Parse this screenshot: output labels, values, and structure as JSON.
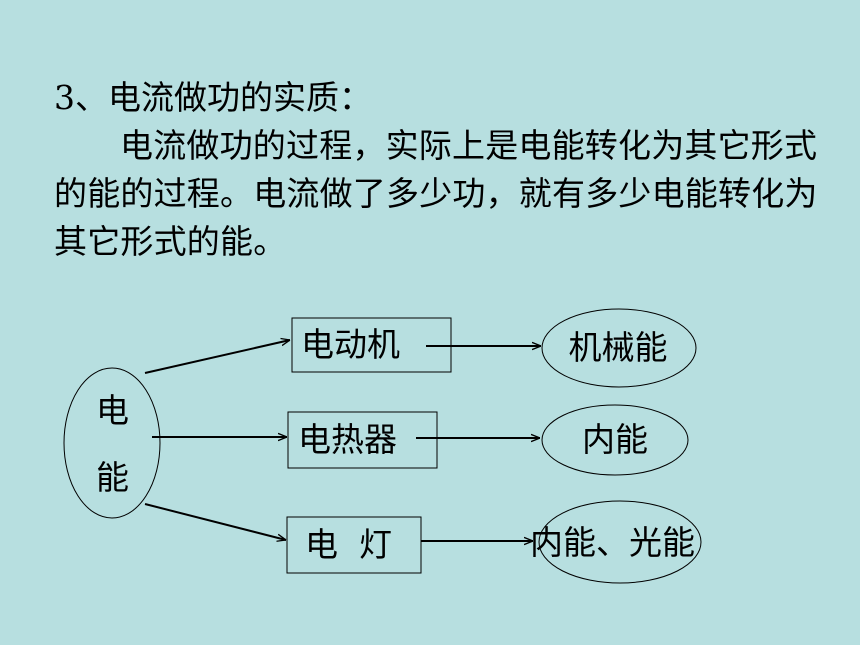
{
  "heading": "3、电流做功的实质：",
  "paragraph": "电流做功的过程，实际上是电能转化为其它形式的能的过程。电流做了多少功，就有多少电能转化为其它形式的能。",
  "diagram": {
    "source": "电能",
    "source_chars": [
      "电",
      "能"
    ],
    "devices": [
      "电动机",
      "电热器",
      "电  灯"
    ],
    "outputs": [
      "机械能",
      "内能",
      "内能、光能"
    ]
  }
}
